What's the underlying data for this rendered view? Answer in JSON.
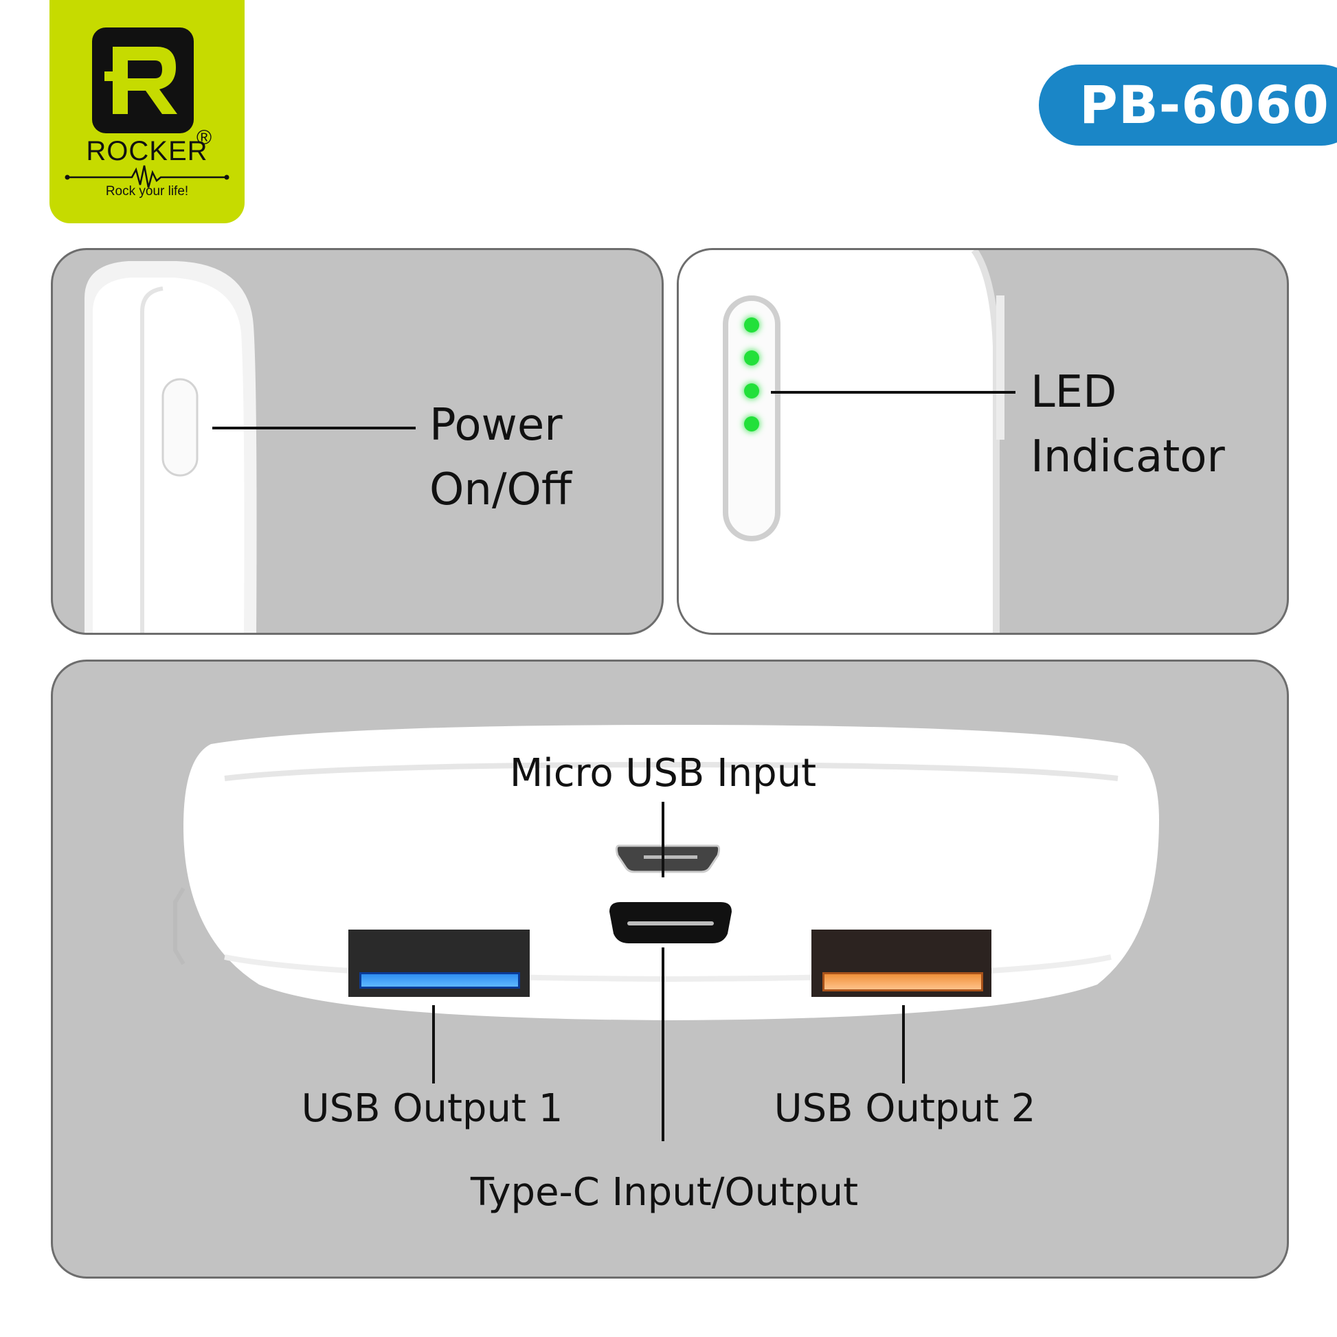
{
  "brand": {
    "logo_letter": "R",
    "name": "ROCKER",
    "registered_mark": "®",
    "tagline": "Rock your life!",
    "logo_color": "#c6db00"
  },
  "model": {
    "label": "PB-6060",
    "badge_color": "#1a86c7"
  },
  "power_panel": {
    "label_line1": "Power",
    "label_line2": "On/Off"
  },
  "led_panel": {
    "label_line1": "LED",
    "label_line2": "Indicator",
    "led_color": "#22e03a",
    "lit_count": 4
  },
  "ports_panel": {
    "micro_usb_label": "Micro USB Input",
    "usb_output_1_label": "USB Output 1",
    "usb_output_2_label": "USB Output 2",
    "type_c_label": "Type-C Input/Output",
    "usb_output_1_color": "#2f8ef0",
    "usb_output_2_color": "#f0913a"
  },
  "colors": {
    "panel_background": "#c2c2c2",
    "panel_border": "#6d6d6d",
    "device_body": "#ffffff"
  }
}
